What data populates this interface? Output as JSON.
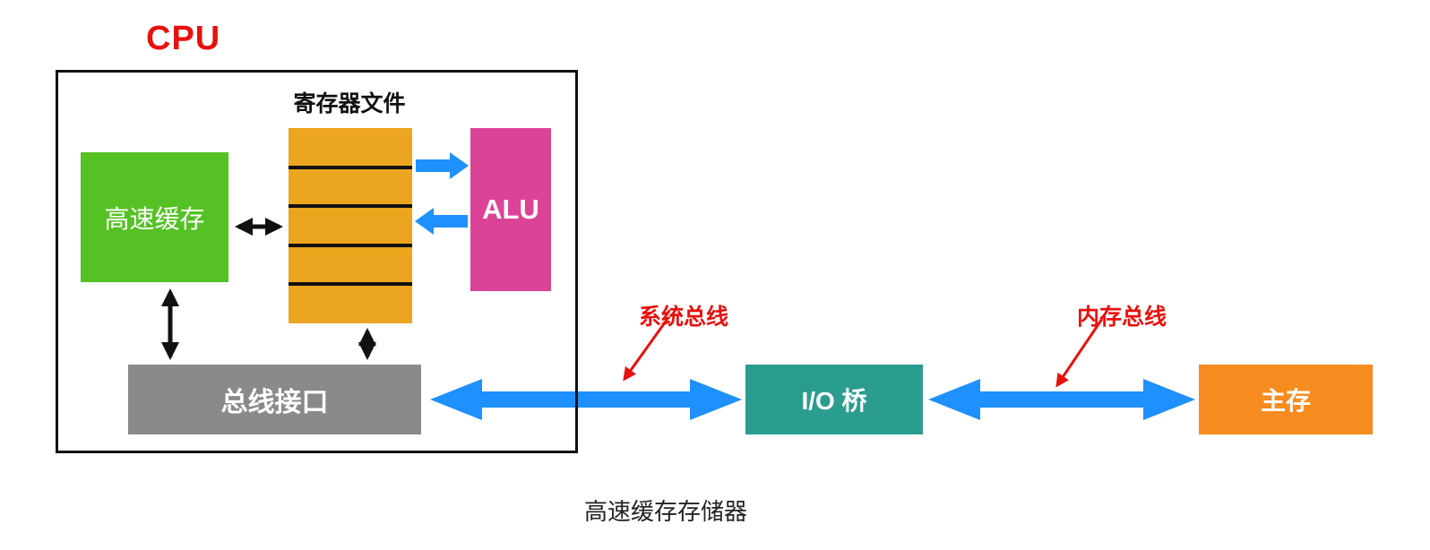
{
  "diagram": {
    "caption": "高速缓存存储器",
    "cpu": {
      "label": "CPU",
      "register_file_label": "寄存器文件",
      "cache_label": "高速缓存",
      "alu_label": "ALU",
      "bus_interface_label": "总线接口"
    },
    "io_bridge_label": "I/O 桥",
    "main_memory_label": "主存",
    "system_bus_label": "系统总线",
    "memory_bus_label": "内存总线",
    "colors": {
      "cache_green": "#55C125",
      "register_file_orange": "#EBA51F",
      "alu_magenta": "#DB4397",
      "bus_interface_gray": "#8A8A8A",
      "io_bridge_teal": "#2A9D8F",
      "main_memory_orange": "#F68B1F",
      "bus_arrow_blue": "#1E90FF",
      "annotation_red": "#E8110D",
      "outline_black": "#111111"
    }
  }
}
